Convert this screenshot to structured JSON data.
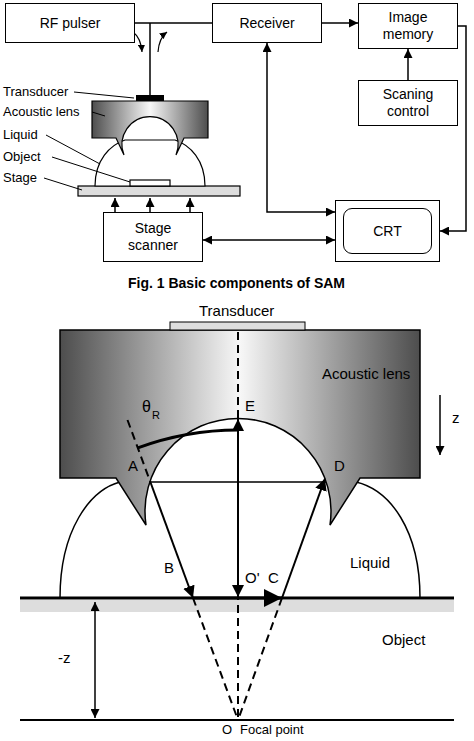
{
  "diagram": {
    "caption": "Fig. 1 Basic components of SAM",
    "nodes": [
      {
        "text": [
          "RF pulser"
        ]
      },
      {
        "text": [
          "Receiver"
        ]
      },
      {
        "text": [
          "Image memory"
        ]
      },
      {
        "text": [
          "Scaning control"
        ]
      },
      {
        "text": [
          "Stage scanner"
        ]
      },
      {
        "text": [
          "CRT"
        ]
      }
    ],
    "edges": [
      {
        "from": 0,
        "to": 1,
        "arrow": "none"
      },
      {
        "from": 1,
        "to": 2,
        "arrow": "to"
      },
      {
        "from": 3,
        "to": 2,
        "arrow": "to"
      },
      {
        "from": 2,
        "to": 5,
        "arrow": "to"
      },
      {
        "from": 1,
        "to": 5,
        "arrow": "both"
      },
      {
        "from": 4,
        "to": 5,
        "arrow": "both"
      }
    ],
    "labels": [
      "Transducer",
      "Acoustic lens",
      "Liquid",
      "Object",
      "Stage",
      "Transducer",
      "Acoustic lens",
      "θ",
      "R",
      "E",
      "A",
      "D",
      "B",
      "O'",
      "C",
      "Liquid",
      "Object",
      "z",
      "-z",
      "O",
      "Focal point"
    ]
  }
}
